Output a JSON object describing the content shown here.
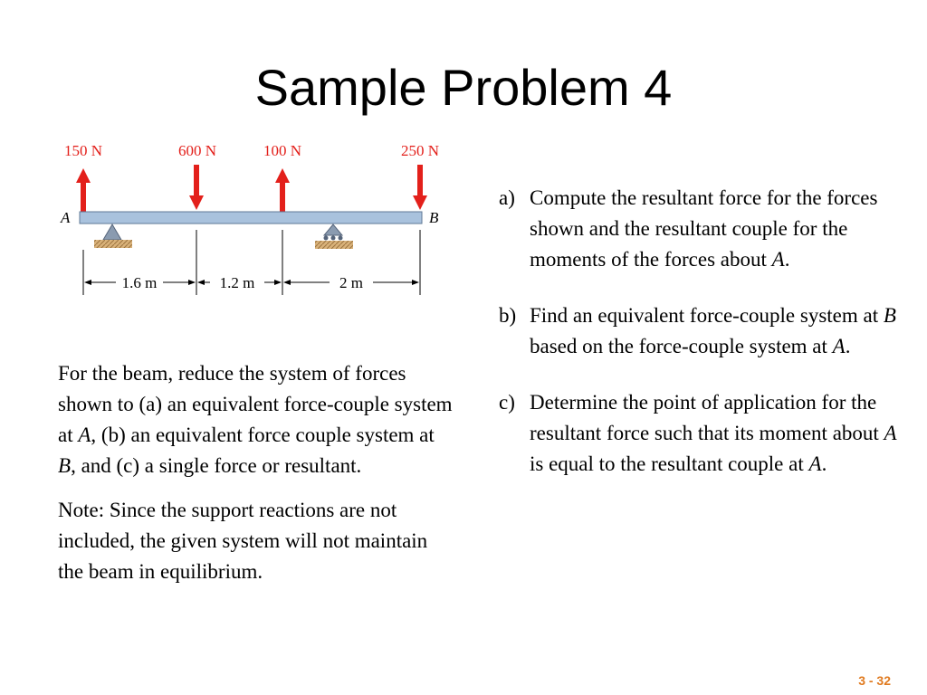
{
  "slide": {
    "title": "Sample Problem 4",
    "page_number": "3 - 32"
  },
  "figure": {
    "forces": [
      "150 N",
      "600 N",
      "100 N",
      "250 N"
    ],
    "point_a": "A",
    "point_b": "B",
    "dimensions": [
      "1.6 m",
      "1.2 m",
      "2 m"
    ],
    "colors": {
      "arrow": "#e3201b",
      "beam": "#a9c2dd",
      "support": "#8a9bb0",
      "ground": "#c8a06a"
    }
  },
  "problem": {
    "statement": [
      "For the beam, reduce the system of forces shown to (a) an equivalent force-couple system at ",
      "A",
      ", (b) an equivalent force couple system at ",
      "B",
      ", and (c) a single force or resultant."
    ],
    "note": "Note:  Since the support reactions are not included, the given system will not maintain the beam in equilibrium."
  },
  "tasks": [
    {
      "marker": "a)",
      "parts": [
        "Compute the resultant force for the forces shown and the resultant couple for the moments of the forces about ",
        "A",
        "."
      ]
    },
    {
      "marker": "b)",
      "parts": [
        "Find an equivalent force-couple system at ",
        "B",
        " based on the force-couple system at ",
        "A",
        "."
      ]
    },
    {
      "marker": "c)",
      "parts": [
        "Determine the point of application for the resultant force such that its moment about ",
        "A",
        " is equal to the resultant couple at ",
        "A",
        "."
      ]
    }
  ]
}
